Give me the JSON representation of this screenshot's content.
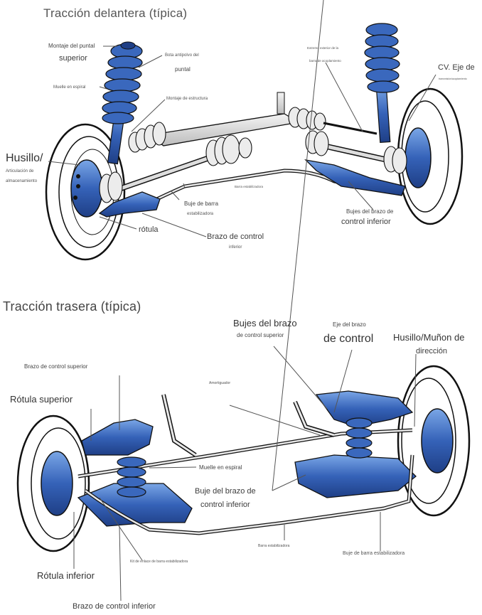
{
  "colors": {
    "part_blue": "#2a56a8",
    "part_blue_light": "#6e9be0",
    "steel": "#d9d9d9",
    "outline": "#111111",
    "label_text": "#3a3a3a",
    "leader_line": "#555555"
  },
  "front": {
    "title": "Tracción delantera (típica)",
    "labels": {
      "upper_strut_mount_1": "Montaje del puntal",
      "upper_strut_mount_2": "superior",
      "strut_dust_boot_1": "Bota antipolvo del",
      "strut_dust_boot_2": "puntal",
      "coil_spring": "Muelle en espiral",
      "frame_mount": "Montaje de estructura",
      "tie_rod_end_1": "Extremo exterior de la",
      "tie_rod_end_2": "barra de acoplamiento",
      "cv_axle_1": "CV. Eje de",
      "cv_axle_2": "transmisión/acoplamiento",
      "spindle_1": "Husillo/",
      "spindle_2": "Articulación de",
      "spindle_3": "almacenamiento",
      "stabilizer_bar": "Barra estabilizadora",
      "stab_bushing_1": "Buje de barra",
      "stab_bushing_2": "estabilizadora",
      "ball_joint": "rótula",
      "lower_arm_1": "Brazo de control",
      "lower_arm_2": "inferior",
      "lower_arm_bushings_1": "Bujes del brazo de",
      "lower_arm_bushings_2": "control inferior"
    }
  },
  "rear": {
    "title": "Tracción trasera (típica)",
    "labels": {
      "upper_arm_bushings_1": "Bujes del brazo",
      "upper_arm_bushings_2": "de control superior",
      "arm_shaft_1": "Eje del brazo",
      "arm_shaft_2": "de control",
      "spindle_1": "Husillo/Muñon de",
      "spindle_2": "dirección",
      "upper_arm": "Brazo de control superior",
      "upper_ball_joint": "Rótula superior",
      "shock": "Amortiguador",
      "coil_spring": "Muelle en espiral",
      "lower_arm_bushing_1": "Buje del brazo de",
      "lower_arm_bushing_2": "control inferior",
      "stabilizer_bar": "Barra estabilizadora",
      "stab_link_kit": "Kit de enlace de barra estabilizadora",
      "stab_bushing": "Buje de barra estabilizadora",
      "lower_ball_joint": "Rótula inferior",
      "lower_arm": "Brazo de control inferior"
    }
  }
}
